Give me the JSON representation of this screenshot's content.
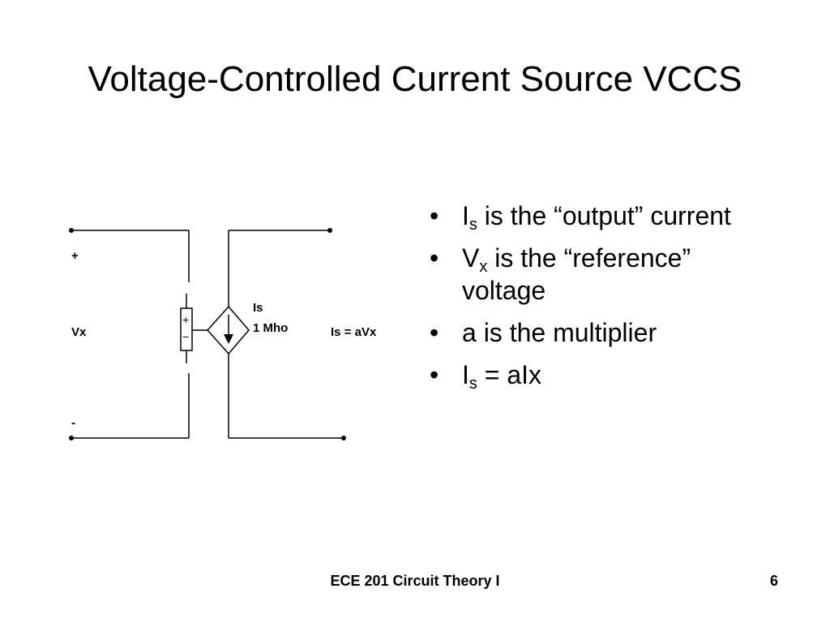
{
  "slide": {
    "title": "Voltage-Controlled Current Source VCCS"
  },
  "diagram": {
    "plus_label": "+",
    "minus_label": "-",
    "vx_label": "Vx",
    "meter_plus": "+",
    "meter_minus": "−",
    "is_label": "Is",
    "gain_label": "1 Mho",
    "equation_label": "Is = aVx"
  },
  "bullets": [
    {
      "main": "I",
      "sub": "s",
      "rest": " is the “output” current"
    },
    {
      "main": "V",
      "sub": "x",
      "rest": " is the “reference” voltage"
    },
    {
      "main": "a is the multiplier",
      "sub": "",
      "rest": ""
    },
    {
      "main": "I",
      "sub": "s",
      "rest": " = aIx"
    }
  ],
  "bullet_symbol": "•",
  "footer": {
    "course": "ECE 201 Circuit Theory I",
    "page": "6"
  }
}
